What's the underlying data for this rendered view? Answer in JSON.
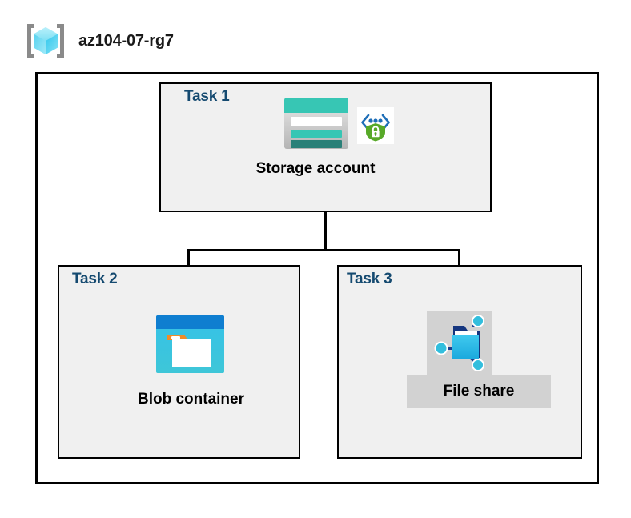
{
  "diagram": {
    "resource_group": {
      "name": "az104-07-rg7",
      "icon": "resource-group-cube-icon"
    },
    "tasks": [
      {
        "id": "task1",
        "label": "Task 1",
        "node_label": "Storage account",
        "icons": [
          "storage-account-icon",
          "secure-endpoint-shield-icon"
        ]
      },
      {
        "id": "task2",
        "label": "Task 2",
        "node_label": "Blob container",
        "icons": [
          "blob-container-icon"
        ]
      },
      {
        "id": "task3",
        "label": "Task 3",
        "node_label": "File share",
        "icons": [
          "file-share-icon"
        ]
      }
    ],
    "connections": [
      {
        "from": "Storage account",
        "to": "Blob container"
      },
      {
        "from": "Storage account",
        "to": "File share"
      }
    ],
    "colors": {
      "task_label": "#154a70",
      "node_label": "#000000",
      "panel_fill": "#f0f0f0",
      "panel_border": "#000000",
      "canvas_background": "#ffffff",
      "storage_teal": "#37c6b4",
      "storage_teal_dark": "#2a8d82",
      "blob_blue": "#0f7ed0",
      "blob_cyan": "#32bedd",
      "blob_orange": "#f08c28",
      "shield_green": "#57a928",
      "endpoint_blue": "#0f6cbd",
      "fileshare_backdrop": "#d2d2d2",
      "cube_cyan": "#7fe3f5",
      "bracket_gray": "#8a8a8a"
    }
  }
}
